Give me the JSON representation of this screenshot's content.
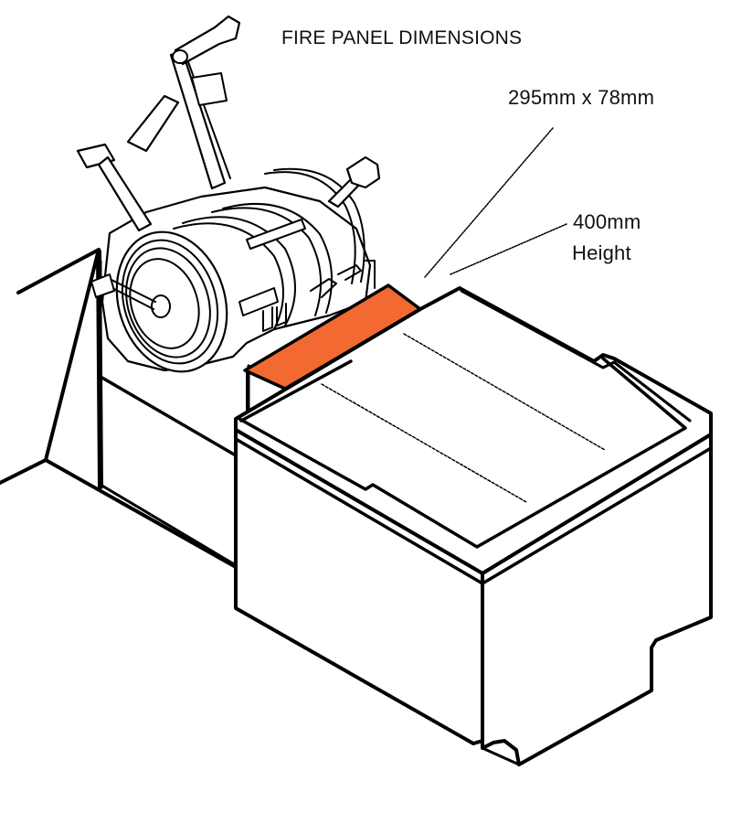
{
  "diagram": {
    "title": "FIRE PANEL DIMENSIONS",
    "annotations": {
      "panel_size": "295mm x 78mm",
      "height_value": "400mm",
      "height_label": "Height"
    },
    "colors": {
      "panel_highlight": "#f26a32",
      "line": "#000000",
      "background": "#ffffff"
    },
    "components": [
      {
        "id": "fire-panel",
        "label": "highlighted fire panel strip"
      },
      {
        "id": "storage-box",
        "label": "front lidded box"
      },
      {
        "id": "machine-base",
        "label": "machine base cabinet"
      },
      {
        "id": "machine-head",
        "label": "pipe threading machine head"
      }
    ]
  }
}
